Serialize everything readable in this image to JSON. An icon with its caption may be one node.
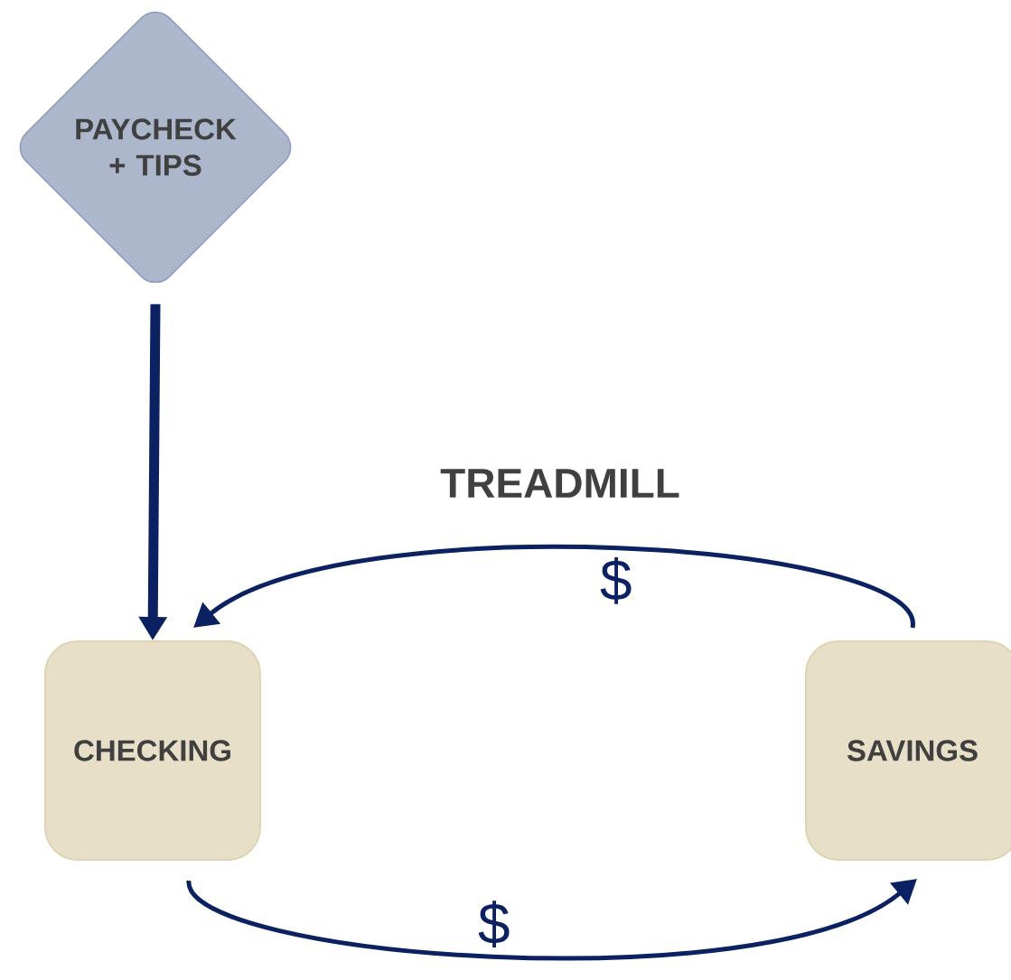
{
  "diagram": {
    "nodes": [
      {
        "text": [
          "PAYCHECK + TIPS"
        ]
      },
      {
        "text": [
          "CHECKING"
        ]
      },
      {
        "text": [
          "SAVINGS"
        ]
      }
    ],
    "edges": [
      {
        "from": 0,
        "to": 1,
        "arrow": "to",
        "style": "thick"
      },
      {
        "from": 2,
        "to": 1,
        "arrow": "to",
        "label": "$"
      },
      {
        "from": 1,
        "to": 2,
        "arrow": "to",
        "label": "$"
      }
    ],
    "labels": [
      "TREADMILL"
    ]
  }
}
